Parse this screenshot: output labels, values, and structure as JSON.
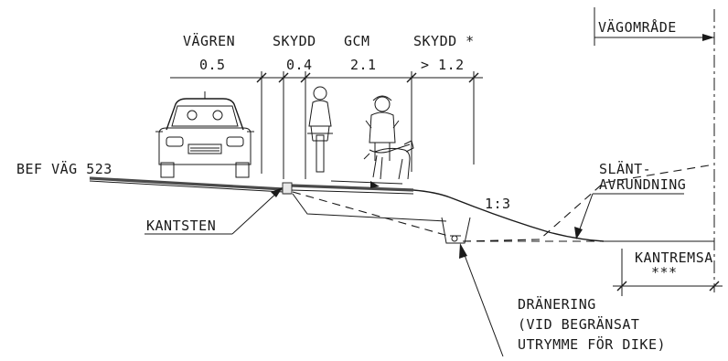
{
  "labels": {
    "vagren": "VÄGREN",
    "vagren_width": "0.5",
    "skydd_left": "SKYDD",
    "skydd_left_width": "0.4",
    "gcm": "GCM",
    "gcm_width": "2.1",
    "skydd_right": "SKYDD *",
    "skydd_right_width": "> 1.2",
    "vagomrade": "VÄGOMRÅDE",
    "bef_vag": "BEF VÄG 523",
    "kantsten": "KANTSTEN",
    "slope": "1:3",
    "slant_line1": "SLÄNT-",
    "slant_line2": "AVRUNDNING",
    "kantremsa": "KANTREMSA",
    "kantremsa_width": "***",
    "dranering_line1": "DRÄNERING",
    "dranering_line2": "(VID BEGRÄNSAT",
    "dranering_line3": "UTRYMME FÖR DIKE)"
  },
  "icons": [
    "car-icon",
    "cyclist-icon",
    "pedestrian-with-dog-icon",
    "arrow-right-icon"
  ],
  "colors": {
    "line": "#1a1a1a",
    "road_surface": "#4a4a4a"
  }
}
